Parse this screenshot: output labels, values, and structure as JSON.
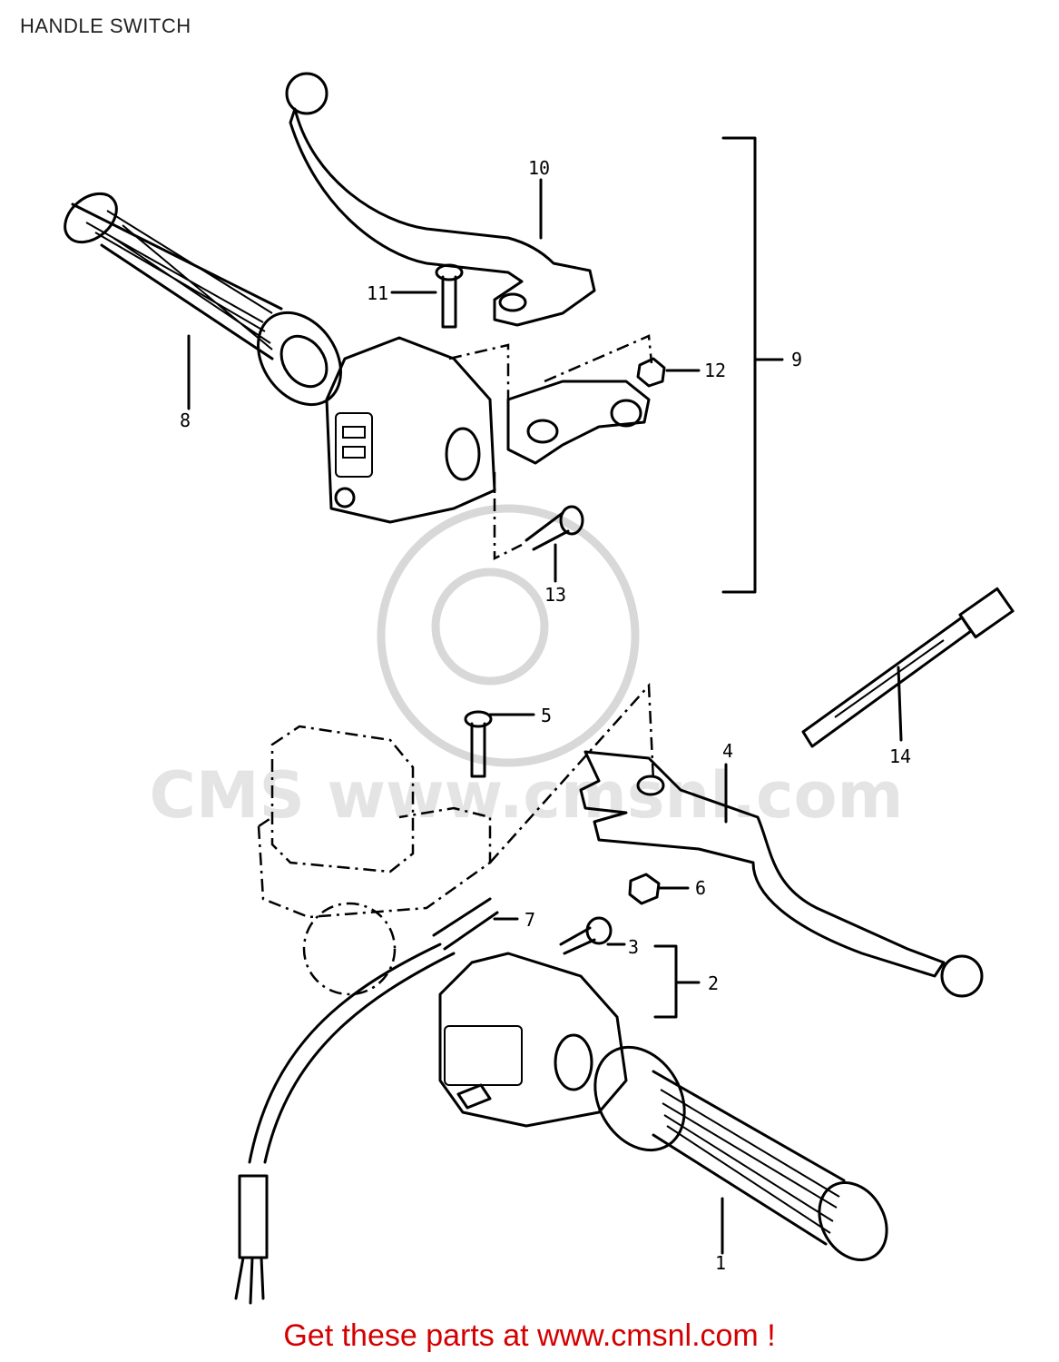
{
  "title": "HANDLE SWITCH",
  "footer": "Get these parts at www.cmsnl.com !",
  "watermark": "CMS www.cmsnl.com",
  "accent_color": "#d40000",
  "callouts": [
    "1",
    "2",
    "3",
    "4",
    "5",
    "6",
    "7",
    "8",
    "9",
    "10",
    "11",
    "12",
    "13",
    "14"
  ]
}
